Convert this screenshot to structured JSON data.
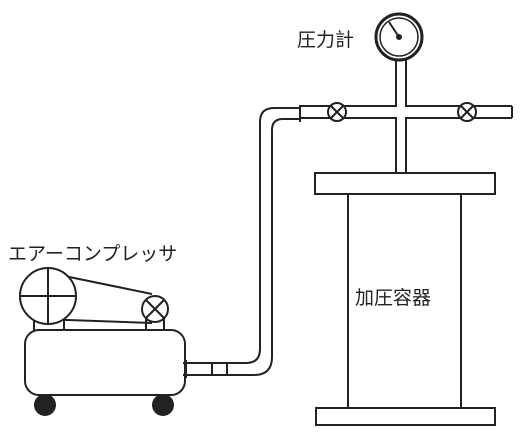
{
  "labels": {
    "pressure_gauge": "圧力計",
    "air_compressor": "エアーコンプレッサ",
    "pressure_vessel": "加圧容器"
  },
  "colors": {
    "stroke": "#222222",
    "background": "#ffffff"
  }
}
